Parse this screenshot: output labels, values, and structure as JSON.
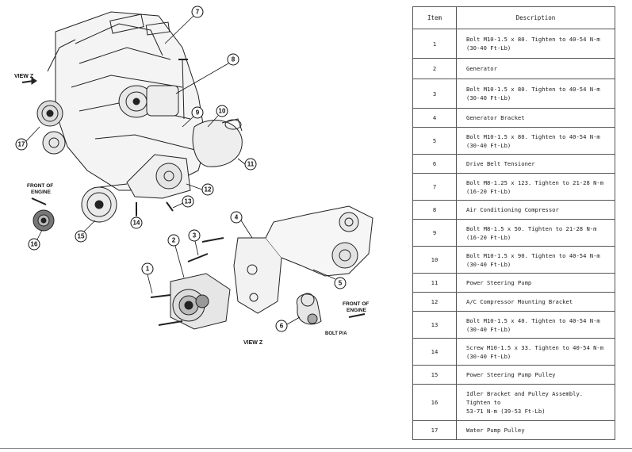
{
  "diagram": {
    "view_z_top": "VIEW Z",
    "view_z_bottom": "VIEW Z",
    "front_of_engine_left": [
      "FRONT OF",
      "ENGINE"
    ],
    "front_of_engine_right": [
      "FRONT OF",
      "ENGINE"
    ],
    "bolt_label": "BOLT P/A",
    "callouts": [
      "7",
      "8",
      "9",
      "10",
      "11",
      "12",
      "13",
      "14",
      "15",
      "16",
      "17",
      "2",
      "3",
      "4",
      "1",
      "5",
      "6"
    ]
  },
  "table": {
    "header_item": "Item",
    "header_description": "Description",
    "rows": [
      {
        "item": "1",
        "description": "Bolt M10-1.5 x 80. Tighten to 40-54 N-m\n(30-40 Ft-Lb)"
      },
      {
        "item": "2",
        "description": "Generator"
      },
      {
        "item": "3",
        "description": "Bolt M10-1.5 x 80. Tighten to 40-54 N-m\n(30-40 Ft-Lb)"
      },
      {
        "item": "4",
        "description": "Generator Bracket"
      },
      {
        "item": "5",
        "description": "Bolt M10-1.5 x 80. Tighten to 40-54 N-m\n(30-40 Ft-Lb)"
      },
      {
        "item": "6",
        "description": "Drive Belt Tensioner"
      },
      {
        "item": "7",
        "description": "Bolt M8-1.25 x 123. Tighten to 21-28 N-m\n(16-20 Ft-Lb)"
      },
      {
        "item": "8",
        "description": "Air Conditioning Compressor"
      },
      {
        "item": "9",
        "description": "Bolt M8-1.5 x 50. Tighten to 21-28 N-m\n(16-20 Ft-Lb)"
      },
      {
        "item": "10",
        "description": "Bolt M10-1.5 x 90. Tighten to 40-54 N-m\n(30-40 Ft-Lb)"
      },
      {
        "item": "11",
        "description": "Power Steering Pump"
      },
      {
        "item": "12",
        "description": "A/C Compressor Mounting Bracket"
      },
      {
        "item": "13",
        "description": "Bolt M10-1.5 x 40. Tighten to 40-54 N-m\n(30-40 Ft-Lb)"
      },
      {
        "item": "14",
        "description": "Screw M10-1.5 x 33. Tighten to 40-54 N-m\n(30-40 Ft-Lb)"
      },
      {
        "item": "15",
        "description": "Power Steering Pump Pulley"
      },
      {
        "item": "16",
        "description": "Idler Bracket and Pulley Assembly.\nTighten to\n53-71 N-m (39-53 Ft-Lb)"
      },
      {
        "item": "17",
        "description": "Water Pump Pulley"
      }
    ]
  }
}
